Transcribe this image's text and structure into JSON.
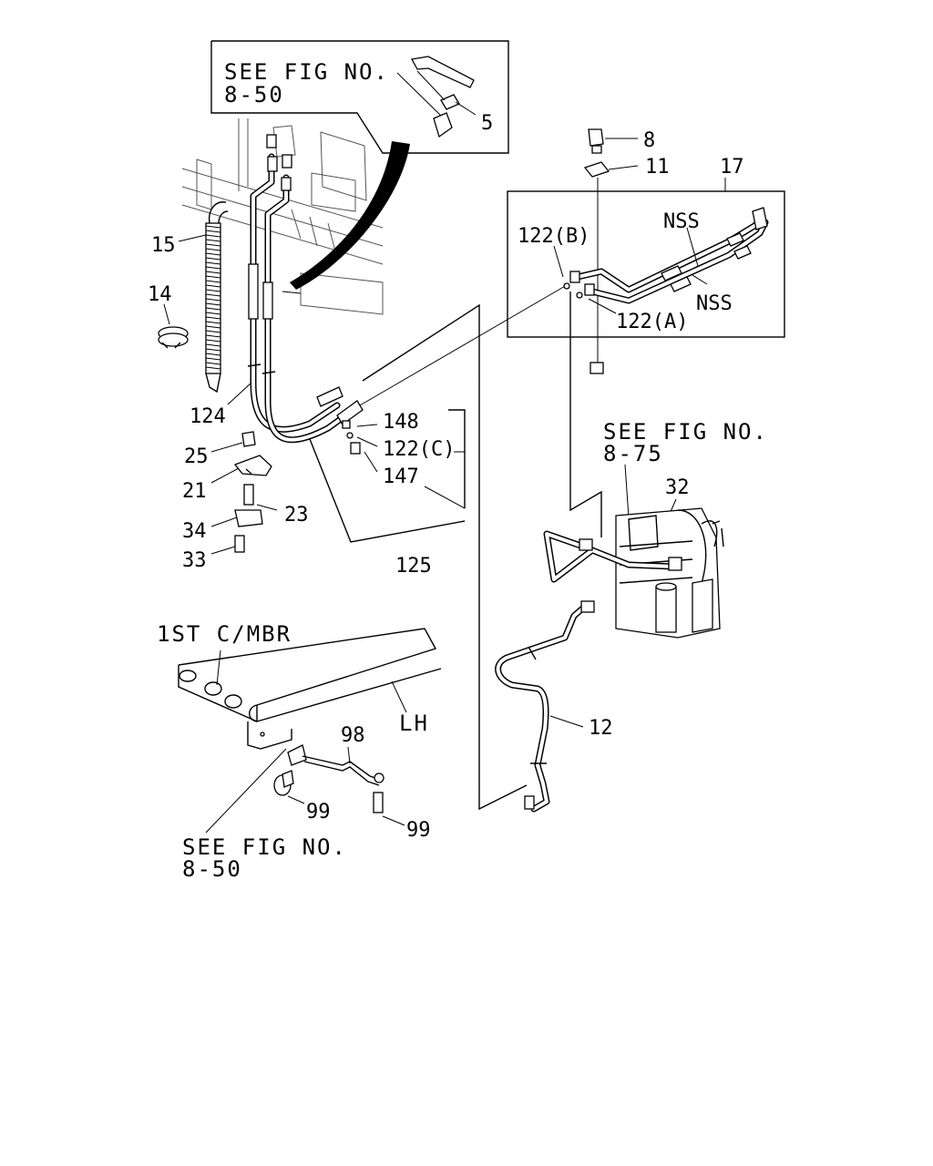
{
  "callouts": {
    "see_fig_8_50_top_line1": "SEE FIG NO.",
    "see_fig_8_50_top_line2": "8-50",
    "see_fig_8_75_line1": "SEE FIG NO.",
    "see_fig_8_75_line2": "8-75",
    "see_fig_8_50_bottom_line1": "SEE FIG NO.",
    "see_fig_8_50_bottom_line2": "8-50",
    "first_crossmember": "1ST C/MBR",
    "left_hand": "LH",
    "nss_upper": "NSS",
    "nss_lower": "NSS"
  },
  "part_numbers": {
    "p5": "5",
    "p8": "8",
    "p11": "11",
    "p12": "12",
    "p14": "14",
    "p15": "15",
    "p17": "17",
    "p21": "21",
    "p23": "23",
    "p25": "25",
    "p32": "32",
    "p33": "33",
    "p34": "34",
    "p98": "98",
    "p99_a": "99",
    "p99_b": "99",
    "p122a": "122(A)",
    "p122b": "122(B)",
    "p122c": "122(C)",
    "p124": "124",
    "p125": "125",
    "p147": "147",
    "p148": "148"
  }
}
